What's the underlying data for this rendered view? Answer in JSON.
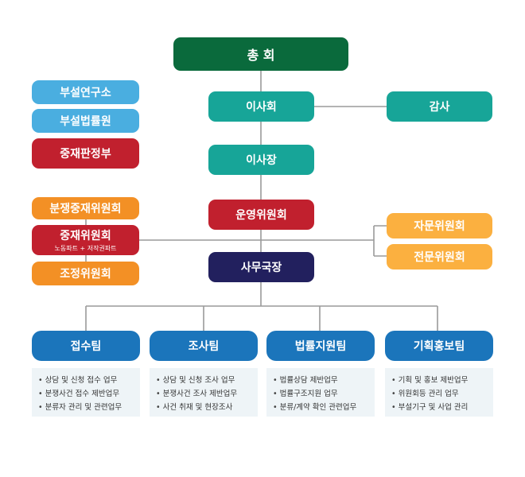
{
  "colors": {
    "dark_green": "#0a6a3c",
    "teal": "#17a598",
    "red": "#c1202e",
    "navy": "#22205e",
    "light_blue": "#4aaee0",
    "orange": "#f39025",
    "light_orange": "#fbb040",
    "blue": "#1b75bb",
    "line": "#9a9a9a"
  },
  "nodes": {
    "general": "총 회",
    "board": "이사회",
    "audit": "감사",
    "chair": "이사장",
    "steering": "운영위원회",
    "secretariat": "사무국장",
    "research": "부설연구소",
    "legal_center": "부설법률원",
    "ruling": "중재판정부",
    "dispute": "분쟁중재위원회",
    "arbitration": "중재위원회",
    "arbitration_sub": "노동파트 + 저작권파트",
    "mediation": "조정위원회",
    "advisory": "자문위원회",
    "expert": "전문위원회"
  },
  "teams": [
    {
      "name": "접수팀",
      "duties": [
        "상담 및 신청 접수 업무",
        "분쟁사건 접수 제반업무",
        "분류자 관리 및 관련업무"
      ]
    },
    {
      "name": "조사팀",
      "duties": [
        "상담 및 신청 조사 업무",
        "분쟁사건 조사 제반업무",
        "사건 취재 및 현장조사"
      ]
    },
    {
      "name": "법률지원팀",
      "duties": [
        "법률상담 제반업무",
        "법률구조지원 업무",
        "분류/계약 확인 관련업무"
      ]
    },
    {
      "name": "기획홍보팀",
      "duties": [
        "기획 및 홍보 제반업무",
        "위원회등 관리 업무",
        "부설기구 및 사업 관리"
      ]
    }
  ]
}
